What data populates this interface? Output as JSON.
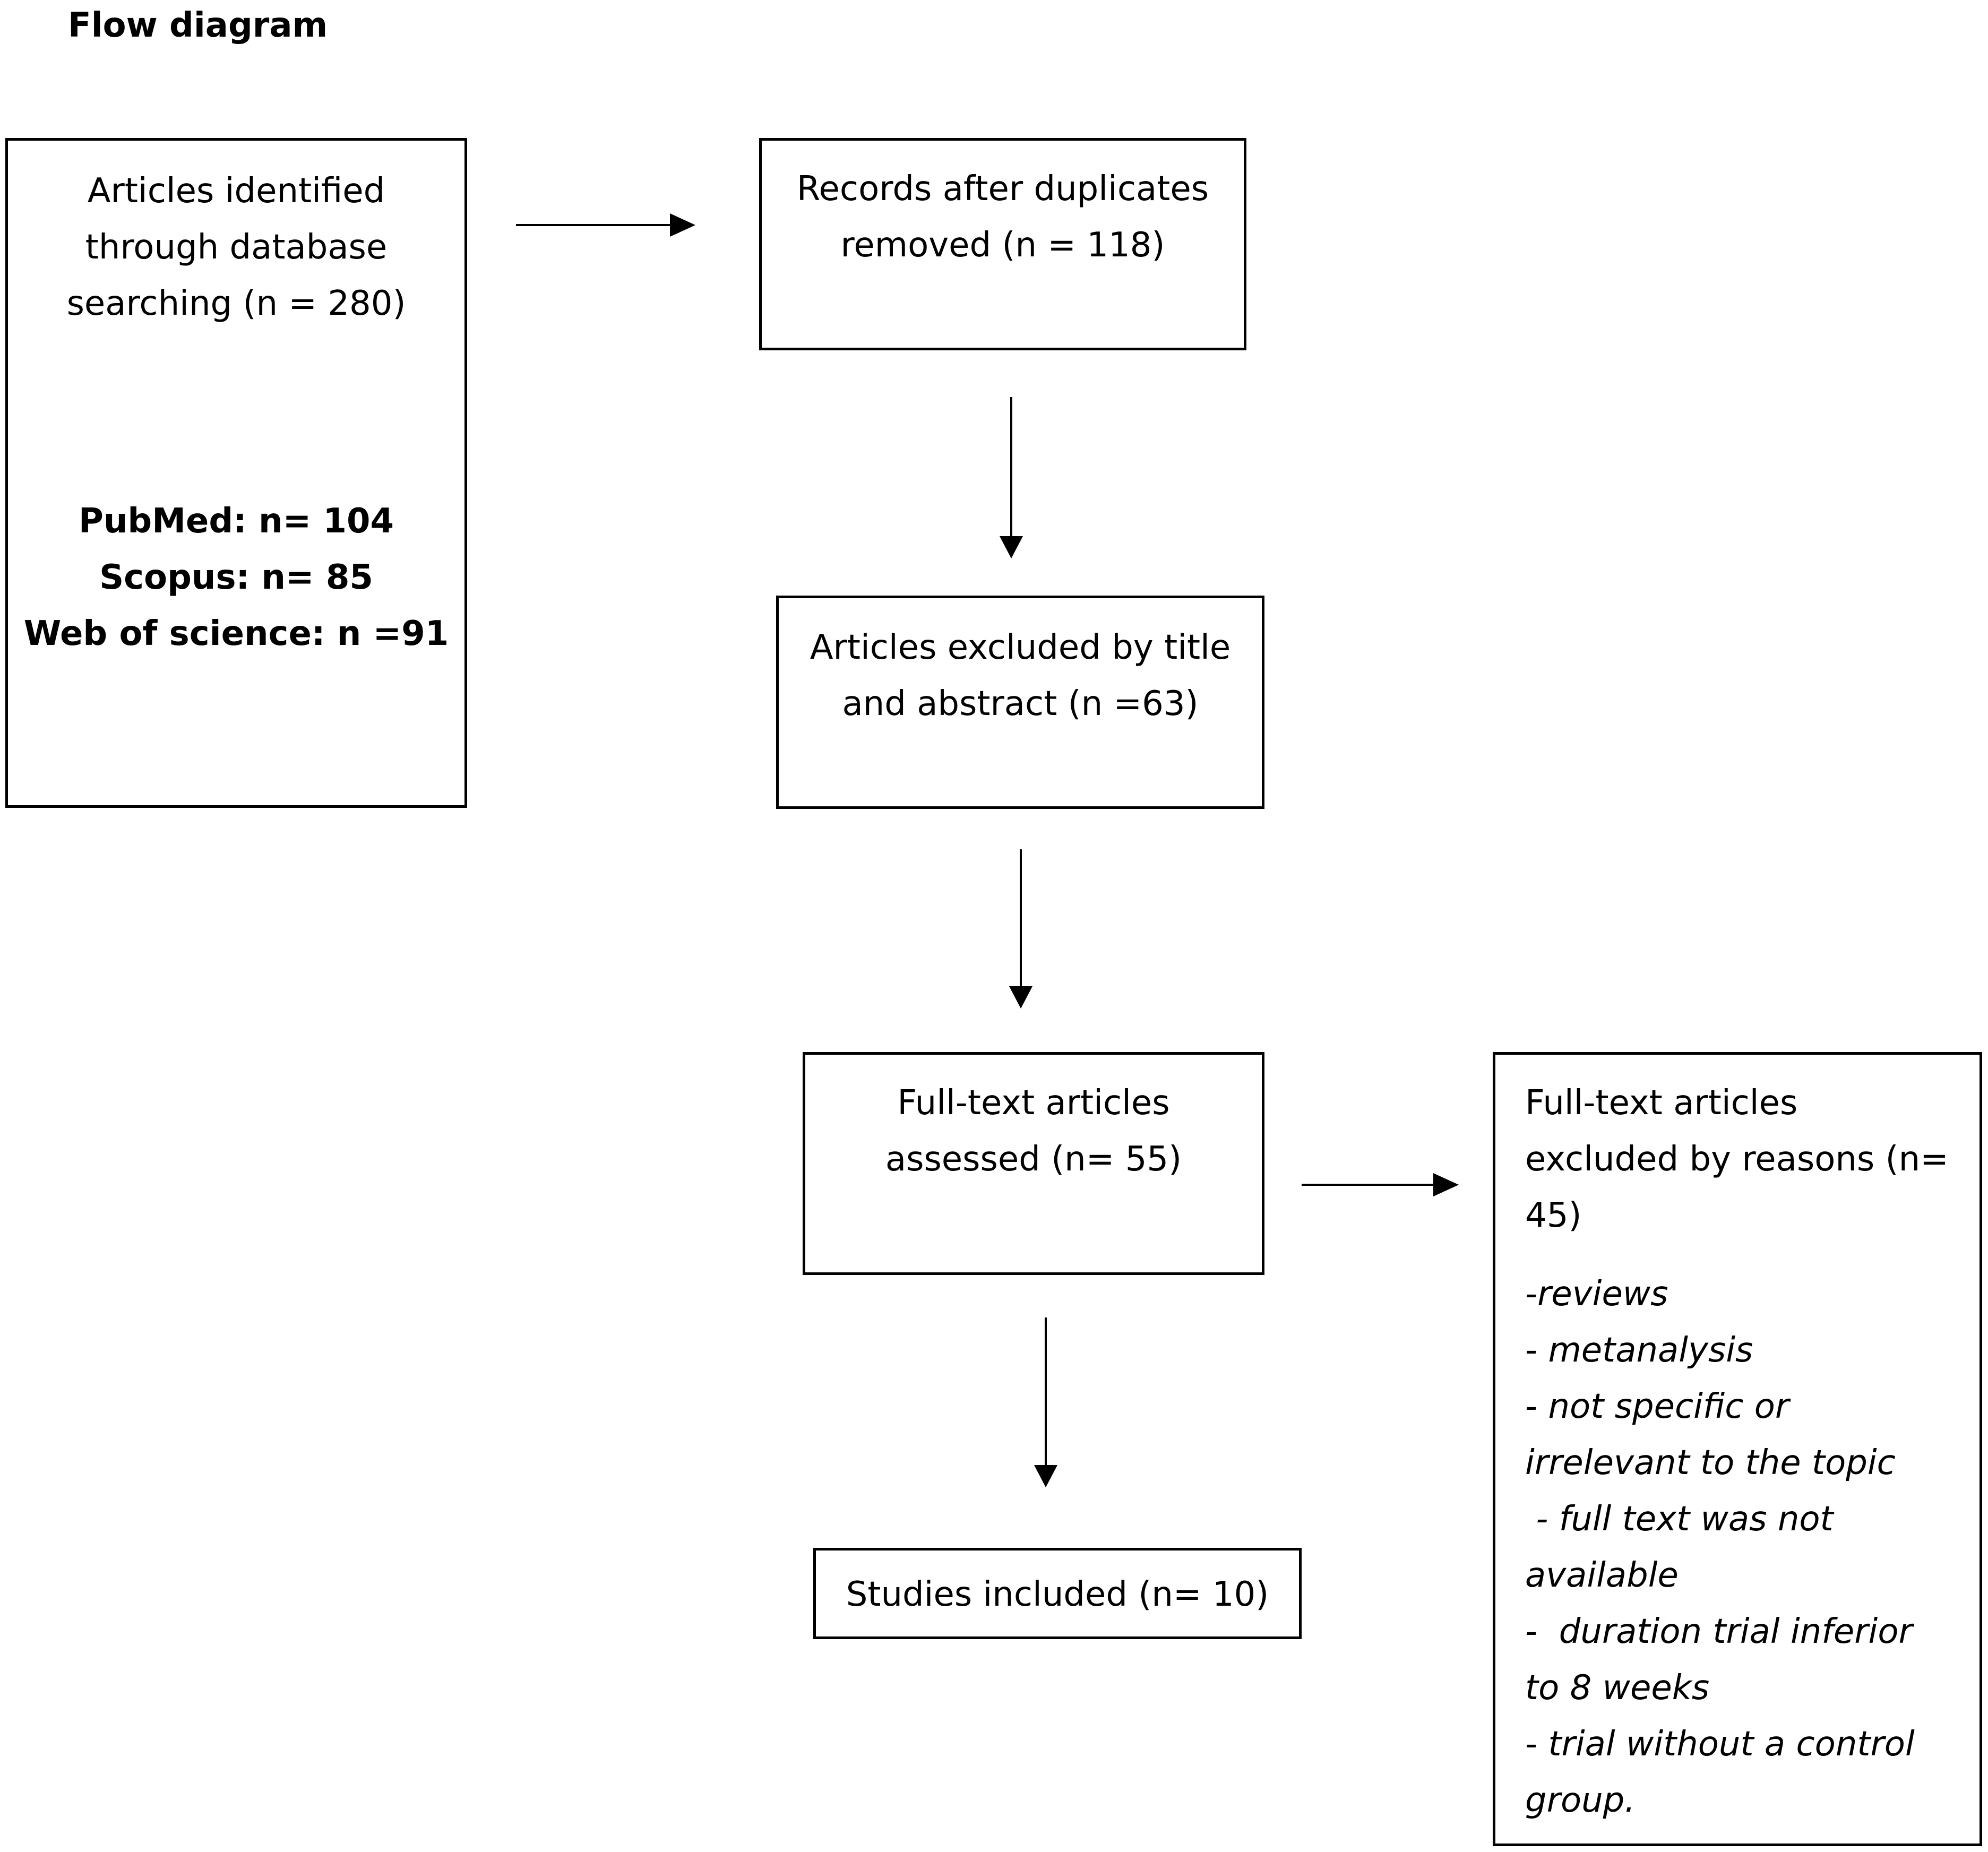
{
  "diagram": {
    "title": "Flow diagram",
    "boxes": {
      "identified": {
        "lines": [
          "Articles identified",
          "through database",
          "searching (n = 280)"
        ],
        "sources": [
          "PubMed: n= 104",
          "Scopus: n= 85",
          "Web of science: n =91"
        ]
      },
      "duplicates": {
        "lines": [
          "Records after duplicates",
          "removed (n = 118)"
        ]
      },
      "excluded_title": {
        "lines": [
          "Articles excluded by title",
          "and abstract (n =63)"
        ]
      },
      "fulltext": {
        "lines": [
          "Full-text articles",
          "assessed (n= 55)"
        ]
      },
      "included": {
        "lines": [
          "Studies included (n= 10)"
        ]
      },
      "excluded_reasons": {
        "lines": [
          "Full-text articles",
          "excluded by reasons (n=",
          "45)"
        ],
        "reasons": [
          "-reviews",
          "- metanalysis",
          "- not specific or",
          "irrelevant to the topic",
          " - full text was not",
          "available",
          "-  duration trial inferior",
          "to 8 weeks",
          "- trial without a control",
          "group."
        ]
      }
    }
  }
}
